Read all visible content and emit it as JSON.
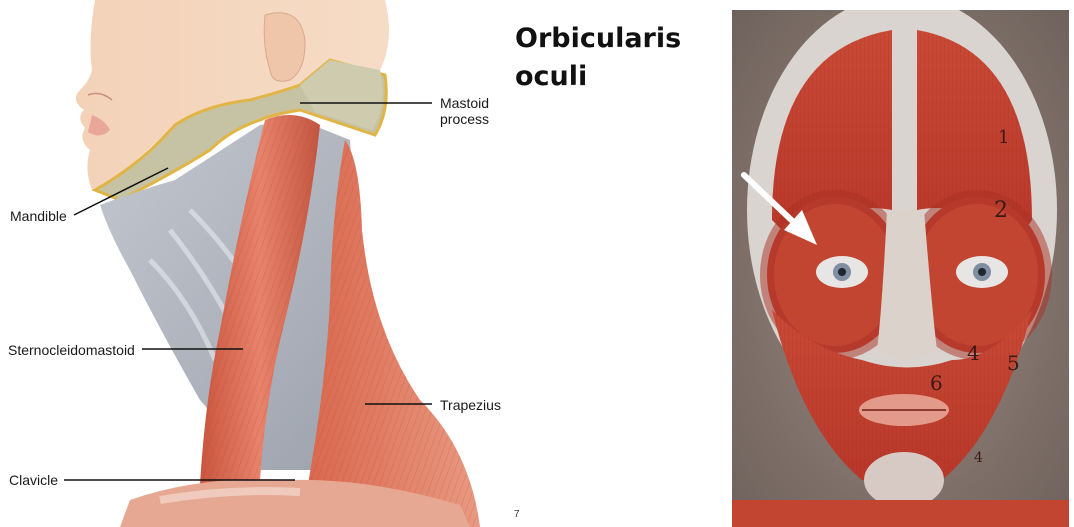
{
  "slide": {
    "title": "Orbicularis oculi",
    "page_number": "7"
  },
  "illustration": {
    "labels": {
      "mastoid_process": "Mastoid process",
      "mandible": "Mandible",
      "sternocleidomastoid": "Sternocleidomastoid",
      "trapezius": "Trapezius",
      "clavicle": "Clavicle"
    }
  },
  "photo": {
    "numbers": [
      "1",
      "2",
      "4",
      "5",
      "6",
      "4"
    ]
  }
}
